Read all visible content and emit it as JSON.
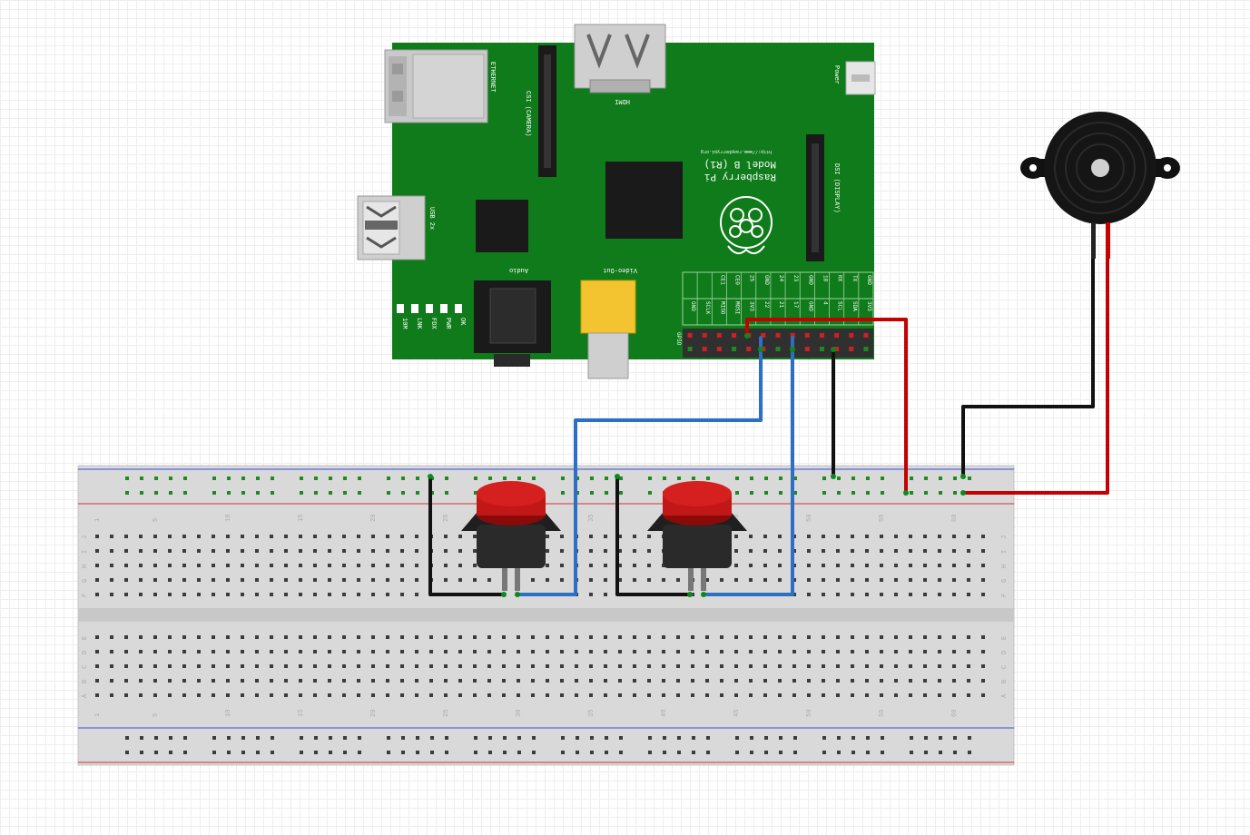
{
  "pi": {
    "model": "Raspberry Pi",
    "model_line2": "Model B (R1)",
    "url": "http://www.raspberrypi.org",
    "ethernet": "ETHERNET",
    "usb": "USB 2x",
    "hdmi": "HDMI",
    "power": "Power",
    "csi": "CSI (CAMERA)",
    "dsi": "DSI (DISPLAY)",
    "audio": "Audio",
    "video": "Video-Out",
    "gpio": "GPIO",
    "leds": [
      "OK",
      "PWR",
      "FDX",
      "LNK",
      "10M"
    ],
    "gpio_top": [
      "GND",
      "TX",
      "RX",
      "18",
      "GND",
      "23",
      "24",
      "GND",
      "25",
      "CE0",
      "CE1"
    ],
    "gpio_bottom": [
      "3V3",
      "SDA",
      "SCL",
      "4",
      "GND",
      "17",
      "21",
      "22",
      "3V3",
      "MOSI",
      "MISO",
      "SCLK",
      "GND"
    ],
    "board_color": "#0f7b1a"
  },
  "breadboard": {
    "column_numbers": [
      "1",
      "5",
      "10",
      "15",
      "20",
      "25",
      "30",
      "35",
      "40",
      "45",
      "50",
      "55",
      "60"
    ],
    "row_letters_top": [
      "J",
      "I",
      "H",
      "G",
      "F"
    ],
    "row_letters_bottom": [
      "E",
      "D",
      "C",
      "B",
      "A"
    ]
  },
  "wire_colors": {
    "blue": "#3a83d6",
    "black": "#111111",
    "red": "#cc0000"
  },
  "icons": {
    "buzzer": "piezo-buzzer-icon",
    "button": "pushbutton-icon",
    "raspberry_logo": "raspberry-logo-icon"
  }
}
